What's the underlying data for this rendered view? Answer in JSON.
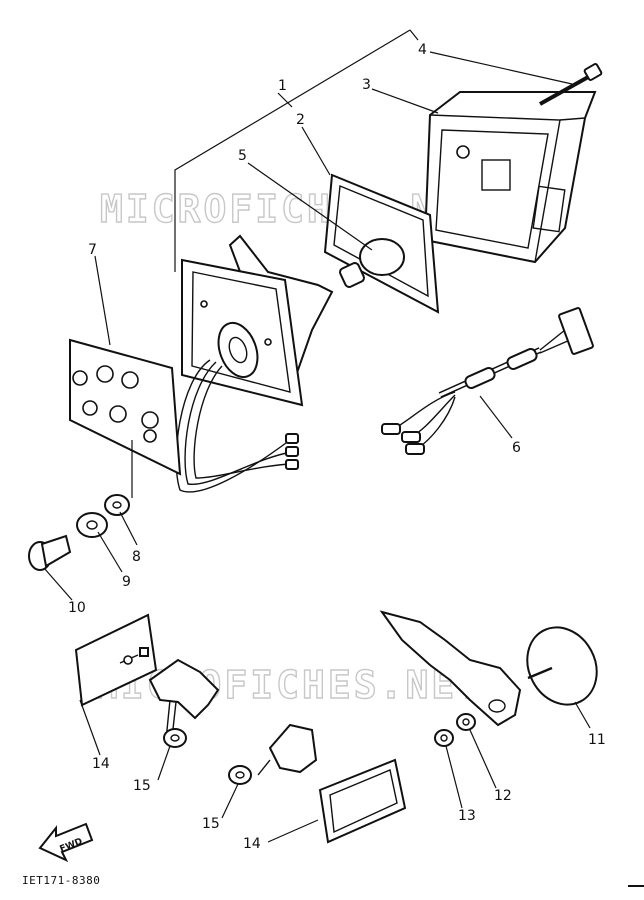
{
  "diagram": {
    "watermark": "MICROFICHES.NET",
    "watermark2": "MICROFICHES.NET",
    "figure_code": "IET171-8380",
    "fwd_label": "FWD",
    "callouts": {
      "c1": "1",
      "c2": "2",
      "c3": "3",
      "c4": "4",
      "c5": "5",
      "c6": "6",
      "c7": "7",
      "c8": "8",
      "c9": "9",
      "c10": "10",
      "c11": "11",
      "c12": "12",
      "c13": "13",
      "c14a": "14",
      "c14b": "14",
      "c15a": "15",
      "c15b": "15"
    }
  }
}
